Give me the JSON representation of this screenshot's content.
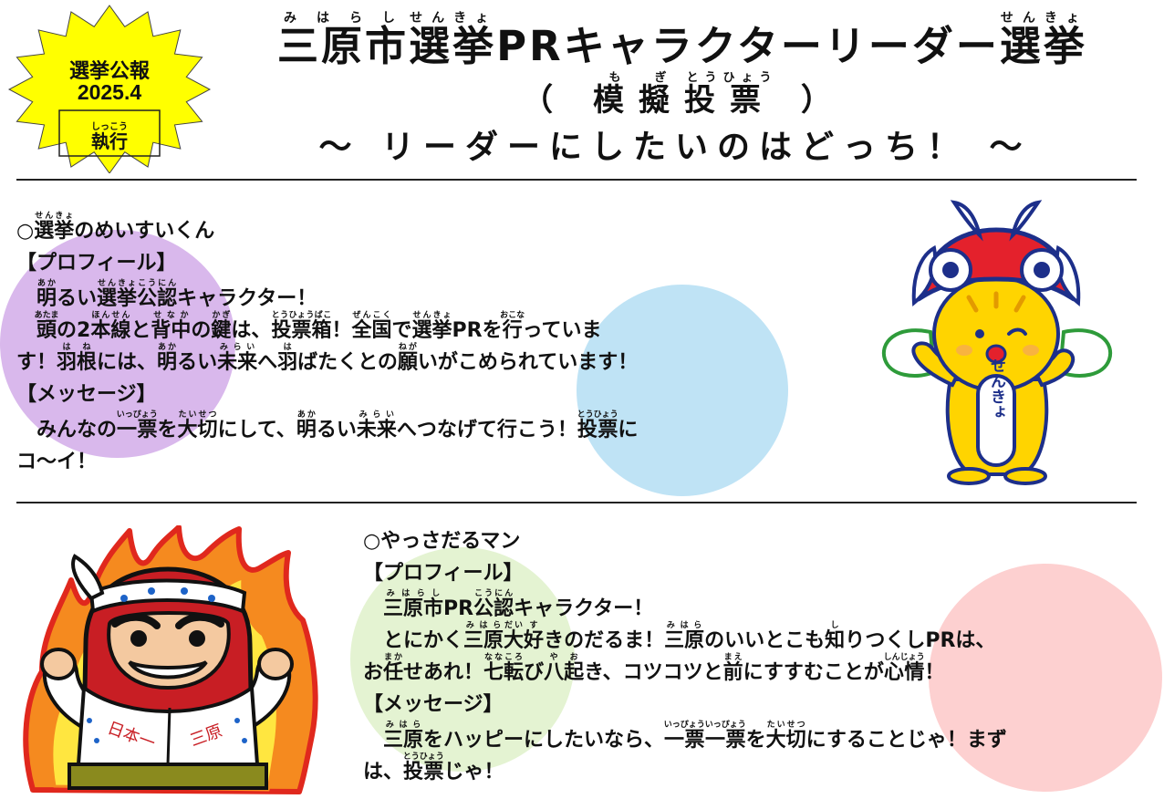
{
  "badge": {
    "line1": "選挙公報",
    "line2": "2025.4",
    "line3": "執行",
    "line3_ruby": "しっこう",
    "color": "#ffff00"
  },
  "header": {
    "title_parts": [
      {
        "t": "三原市",
        "r": "みはらし"
      },
      {
        "t": "選挙",
        "r": "せんきょ"
      },
      {
        "t": "PRキャラクターリーダー"
      },
      {
        "t": "選挙",
        "r": "せんきょ"
      }
    ],
    "subtitle_open": "（",
    "subtitle_parts": [
      {
        "t": "模",
        "r": "も"
      },
      {
        "t": "擬",
        "r": "ぎ"
      },
      {
        "t": "投票",
        "r": "とうひょう"
      }
    ],
    "subtitle_close": "）",
    "tagline": "～ リーダーにしたいのはどっち！ ～"
  },
  "section1": {
    "heading_mark": "○",
    "heading_parts": [
      {
        "t": "選挙",
        "r": "せんきょ"
      },
      {
        "t": "のめいすいくん"
      }
    ],
    "profile_label": "【プロフィール】",
    "profile_parts": [
      {
        "t": "　"
      },
      {
        "t": "明",
        "r": "あか"
      },
      {
        "t": "るい"
      },
      {
        "t": "選挙",
        "r": "せんきょ"
      },
      {
        "t": "公認",
        "r": "こうにん"
      },
      {
        "t": "キャラクター！"
      },
      {
        "br": true
      },
      {
        "t": "　"
      },
      {
        "t": "頭",
        "r": "あたま"
      },
      {
        "t": "の2"
      },
      {
        "t": "本線",
        "r": "ほんせん"
      },
      {
        "t": "と"
      },
      {
        "t": "背中",
        "r": "せなか"
      },
      {
        "t": "の"
      },
      {
        "t": "鍵",
        "r": "かぎ"
      },
      {
        "t": "は、"
      },
      {
        "t": "投票箱",
        "r": "とうひょうばこ"
      },
      {
        "t": "！"
      },
      {
        "t": "全国",
        "r": "ぜんこく"
      },
      {
        "t": "で"
      },
      {
        "t": "選挙",
        "r": "せんきょ"
      },
      {
        "t": "PRを"
      },
      {
        "t": "行",
        "r": "おこな"
      },
      {
        "t": "っていま"
      },
      {
        "br": true
      },
      {
        "t": "す！"
      },
      {
        "t": "羽根",
        "r": "はね"
      },
      {
        "t": "には、"
      },
      {
        "t": "明",
        "r": "あか"
      },
      {
        "t": "るい"
      },
      {
        "t": "未来",
        "r": "みらい"
      },
      {
        "t": "へ"
      },
      {
        "t": "羽",
        "r": "は"
      },
      {
        "t": "ばたくとの"
      },
      {
        "t": "願",
        "r": "ねが"
      },
      {
        "t": "いがこめられています！"
      }
    ],
    "message_label": "【メッセージ】",
    "message_parts": [
      {
        "t": "　みんなの"
      },
      {
        "t": "一票",
        "r": "いっぴょう"
      },
      {
        "t": "を"
      },
      {
        "t": "大切",
        "r": "たいせつ"
      },
      {
        "t": "にして、"
      },
      {
        "t": "明",
        "r": "あか"
      },
      {
        "t": "るい"
      },
      {
        "t": "未来",
        "r": "みらい"
      },
      {
        "t": "へつなげて"
      },
      {
        "t": "行",
        "r": ""
      },
      {
        "t": "こう！"
      },
      {
        "t": "投票",
        "r": "とうひょう"
      },
      {
        "t": "に"
      },
      {
        "br": true
      },
      {
        "t": "コ～イ！"
      }
    ],
    "mascot_sash_text": "せんきょ",
    "circle_left_color": "#d9b8ec",
    "circle_right_color": "#bfe3f5"
  },
  "section2": {
    "heading_mark": "○",
    "heading_parts": [
      {
        "t": "やっさだるマン"
      }
    ],
    "profile_label": "【プロフィール】",
    "profile_parts": [
      {
        "t": "　"
      },
      {
        "t": "三原市",
        "r": "みはらし"
      },
      {
        "t": "PR"
      },
      {
        "t": "公認",
        "r": "こうにん"
      },
      {
        "t": "キャラクター！"
      },
      {
        "br": true
      },
      {
        "t": "　とにかく"
      },
      {
        "t": "三原",
        "r": "みはら"
      },
      {
        "t": "大",
        "r": "だい"
      },
      {
        "t": "好",
        "r": "す"
      },
      {
        "t": "きのだるま！"
      },
      {
        "t": "三原",
        "r": "みはら"
      },
      {
        "t": "のいいとこも"
      },
      {
        "t": "知",
        "r": "し"
      },
      {
        "t": "りつくしPRは、"
      },
      {
        "br": true
      },
      {
        "t": "お"
      },
      {
        "t": "任",
        "r": "まか"
      },
      {
        "t": "せあれ！"
      },
      {
        "t": "七転",
        "r": "ななころ"
      },
      {
        "t": "び"
      },
      {
        "t": "八",
        "r": "や"
      },
      {
        "t": "起",
        "r": "お"
      },
      {
        "t": "き、コツコツと"
      },
      {
        "t": "前",
        "r": "まえ"
      },
      {
        "t": "にすすむことが"
      },
      {
        "t": "心情",
        "r": "しんじょう"
      },
      {
        "t": "！"
      }
    ],
    "message_label": "【メッセージ】",
    "message_parts": [
      {
        "t": "　"
      },
      {
        "t": "三原",
        "r": "みはら"
      },
      {
        "t": "をハッピーにしたいなら、"
      },
      {
        "t": "一票一票",
        "r": "いっぴょういっぴょう"
      },
      {
        "t": "を"
      },
      {
        "t": "大切",
        "r": "たいせつ"
      },
      {
        "t": "にすることじゃ！まず"
      },
      {
        "br": true
      },
      {
        "t": "は、"
      },
      {
        "t": "投票",
        "r": "とうひょう"
      },
      {
        "t": "じゃ！"
      }
    ],
    "daruma_apron_left": "日本一",
    "daruma_apron_right": "三原",
    "circle_left_color": "#e4f3d2",
    "circle_right_color": "#fdd0d0"
  }
}
